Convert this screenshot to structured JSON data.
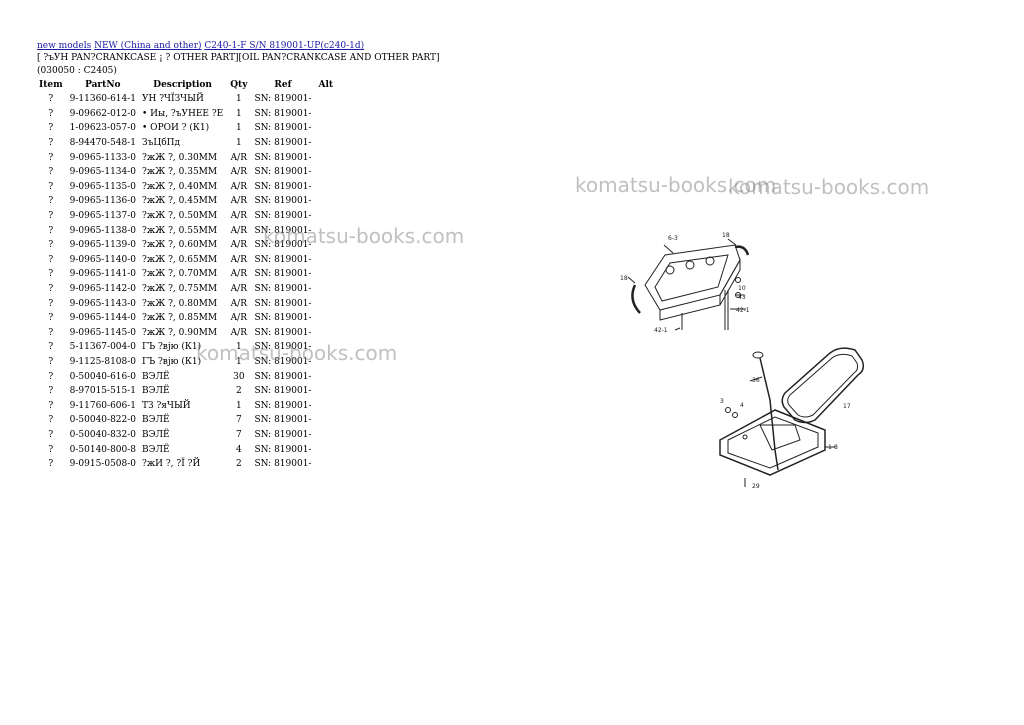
{
  "breadcrumb": [
    {
      "label": "new models"
    },
    {
      "label": "NEW (China and other)"
    },
    {
      "label": "C240-1-F S/N 819001-UP(c240-1d)"
    }
  ],
  "header": {
    "title": "[ ?ъУН PAN?CRANKCASE ¡ ? OTHER PART][OIL PAN?CRANKCASE AND OTHER PART](030050 : C2405)"
  },
  "table": {
    "columns": [
      "Item",
      "PartNo",
      "Description",
      "Qty",
      "Ref",
      "Alt"
    ],
    "rows": [
      {
        "item": "?",
        "part": "9-11360-614-1",
        "desc": "УН ?ЧЇЗЧЫЙ",
        "qty": "1",
        "ref": "SN: 819001-"
      },
      {
        "item": "?",
        "part": "9-09662-012-0",
        "desc": "• Иы, ?ъУНЕЕ ?Е",
        "qty": "1",
        "ref": "SN: 819001-"
      },
      {
        "item": "?",
        "part": "1-09623-057-0",
        "desc": "• ОРОИ ? (К1)",
        "qty": "1",
        "ref": "SN: 819001-"
      },
      {
        "item": "?",
        "part": "8-94470-548-1",
        "desc": "ЗъЦбПд",
        "qty": "1",
        "ref": "SN: 819001-"
      },
      {
        "item": "?",
        "part": "9-0965-1133-0",
        "desc": "?жЖ ?, 0.30ММ",
        "qty": "A/R",
        "ref": "SN: 819001-"
      },
      {
        "item": "?",
        "part": "9-0965-1134-0",
        "desc": "?жЖ ?, 0.35ММ",
        "qty": "A/R",
        "ref": "SN: 819001-"
      },
      {
        "item": "?",
        "part": "9-0965-1135-0",
        "desc": "?жЖ ?, 0.40ММ",
        "qty": "A/R",
        "ref": "SN: 819001-"
      },
      {
        "item": "?",
        "part": "9-0965-1136-0",
        "desc": "?жЖ ?, 0.45ММ",
        "qty": "A/R",
        "ref": "SN: 819001-"
      },
      {
        "item": "?",
        "part": "9-0965-1137-0",
        "desc": "?жЖ ?, 0.50ММ",
        "qty": "A/R",
        "ref": "SN: 819001-"
      },
      {
        "item": "?",
        "part": "9-0965-1138-0",
        "desc": "?жЖ ?, 0.55ММ",
        "qty": "A/R",
        "ref": "SN: 819001-"
      },
      {
        "item": "?",
        "part": "9-0965-1139-0",
        "desc": "?жЖ ?, 0.60ММ",
        "qty": "A/R",
        "ref": "SN: 819001-"
      },
      {
        "item": "?",
        "part": "9-0965-1140-0",
        "desc": "?жЖ ?, 0.65ММ",
        "qty": "A/R",
        "ref": "SN: 819001-"
      },
      {
        "item": "?",
        "part": "9-0965-1141-0",
        "desc": "?жЖ ?, 0.70ММ",
        "qty": "A/R",
        "ref": "SN: 819001-"
      },
      {
        "item": "?",
        "part": "9-0965-1142-0",
        "desc": "?жЖ ?, 0.75ММ",
        "qty": "A/R",
        "ref": "SN: 819001-"
      },
      {
        "item": "?",
        "part": "9-0965-1143-0",
        "desc": "?жЖ ?, 0.80ММ",
        "qty": "A/R",
        "ref": "SN: 819001-"
      },
      {
        "item": "?",
        "part": "9-0965-1144-0",
        "desc": "?жЖ ?, 0.85ММ",
        "qty": "A/R",
        "ref": "SN: 819001-"
      },
      {
        "item": "?",
        "part": "9-0965-1145-0",
        "desc": "?жЖ ?, 0.90ММ",
        "qty": "A/R",
        "ref": "SN: 819001-"
      },
      {
        "item": "?",
        "part": "5-11367-004-0",
        "desc": "ГЪ ?вјю (К1)",
        "qty": "1",
        "ref": "SN: 819001-"
      },
      {
        "item": "?",
        "part": "9-1125-8108-0",
        "desc": "ГЪ ?вјю (К1)",
        "qty": "1",
        "ref": "SN: 819001-"
      },
      {
        "item": "?",
        "part": "0-50040-616-0",
        "desc": "ВЭЛЁ",
        "qty": "30",
        "ref": "SN: 819001-"
      },
      {
        "item": "?",
        "part": "8-97015-515-1",
        "desc": "ВЭЛЁ",
        "qty": "2",
        "ref": "SN: 819001-"
      },
      {
        "item": "?",
        "part": "9-11760-606-1",
        "desc": "ТЗ ?яЧЫЙ",
        "qty": "1",
        "ref": "SN: 819001-"
      },
      {
        "item": "?",
        "part": "0-50040-822-0",
        "desc": "ВЭЛЁ",
        "qty": "7",
        "ref": "SN: 819001-"
      },
      {
        "item": "?",
        "part": "0-50040-832-0",
        "desc": "ВЭЛЁ",
        "qty": "7",
        "ref": "SN: 819001-"
      },
      {
        "item": "?",
        "part": "0-50140-800-8",
        "desc": "ВЭЛЁ",
        "qty": "4",
        "ref": "SN: 819001-"
      },
      {
        "item": "?",
        "part": "9-0915-0508-0",
        "desc": "?жИ ?, ?Ї ?Й",
        "qty": "2",
        "ref": "SN: 819001-"
      }
    ]
  },
  "watermarks": [
    "komatsu-books.com",
    "komatsu-books.com",
    "komatsu-books.com",
    "komatsu-books.com"
  ],
  "diagram": {
    "callouts": [
      "6-3",
      "18",
      "18",
      "10",
      "43",
      "42-1",
      "42-1",
      "36",
      "17",
      "3",
      "4",
      "1-8",
      "29"
    ]
  }
}
